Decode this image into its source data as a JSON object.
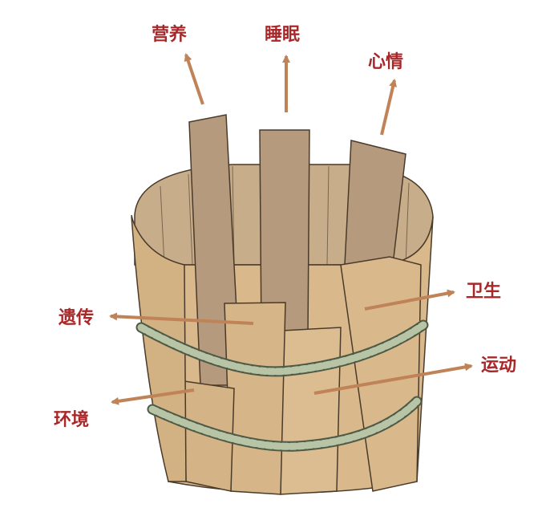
{
  "colors": {
    "wood": "#d9b98c",
    "wood_dark": "#c9a878",
    "wood_inner": "#c7ad8a",
    "stave_brown": "#b59a7e",
    "outline": "#4a3a2a",
    "rope": "#b8c4a6",
    "rope_dark": "#4e5a45",
    "arrow": "#c08358",
    "label": "#a8282a"
  },
  "labels": {
    "nutrition": "营养",
    "sleep": "睡眠",
    "mood": "心情",
    "hygiene": "卫生",
    "genetics": "遗传",
    "exercise": "运动",
    "environment": "环境"
  }
}
